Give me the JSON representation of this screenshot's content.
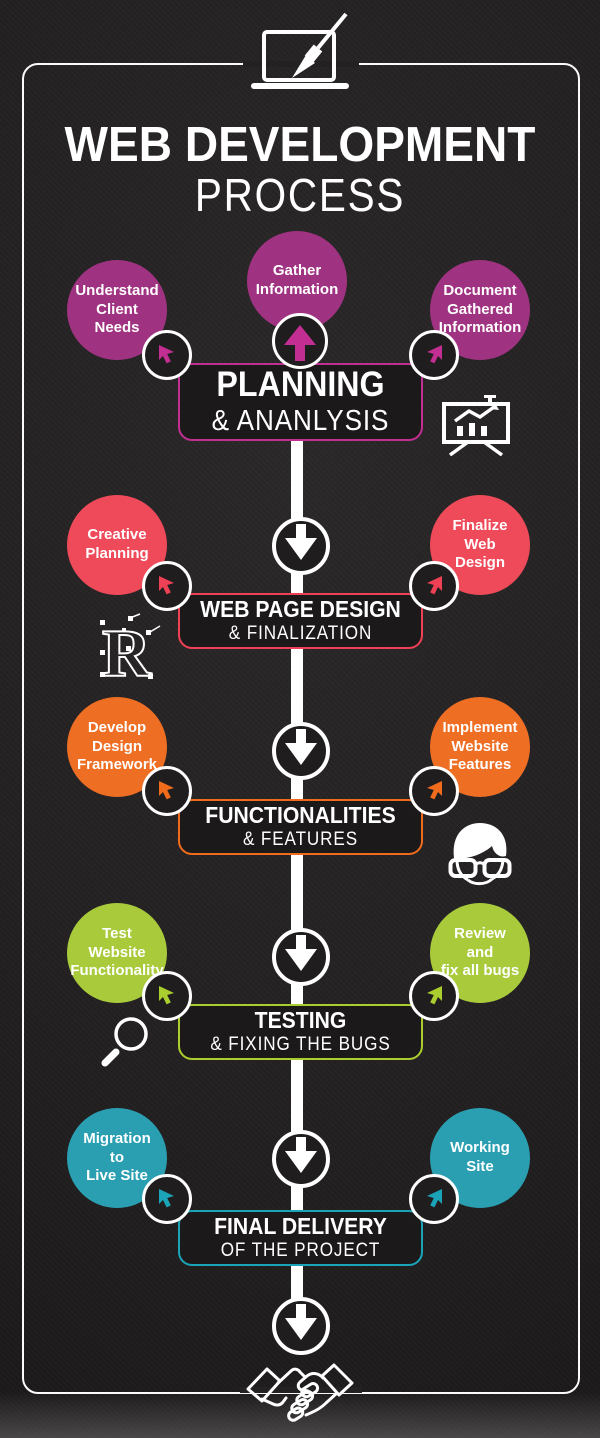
{
  "theme": {
    "background": "#242122",
    "frame_color": "#ffffff",
    "spine_color": "#ffffff",
    "banner_fill": "#1c191b"
  },
  "header": {
    "title_line1": "WEB DEVELOPMENT",
    "title_line2": "PROCESS",
    "top_icon": "laptop-paintbrush-icon"
  },
  "sections": [
    {
      "name": "planning",
      "accent": "#c22e92",
      "fill": "#a03381",
      "banner": {
        "line1": "PLANNING",
        "line2": "& ANANLYSIS"
      },
      "circles": {
        "left": "Understand\nClient\nNeeds",
        "top": "Gather\nInformation",
        "right": "Document\nGathered\nInformation"
      },
      "side_icon": "presentation-chart-icon"
    },
    {
      "name": "web-page-design",
      "accent": "#ef4156",
      "fill": "#ee4a59",
      "banner": {
        "line1": "WEB PAGE DESIGN",
        "line2": "& FINALIZATION"
      },
      "circles": {
        "left": "Creative\nPlanning",
        "right": "Finalize\nWeb\nDesign"
      },
      "side_icon": "vector-letter-r-icon"
    },
    {
      "name": "functionalities",
      "accent": "#f06c1c",
      "fill": "#ee6e24",
      "banner": {
        "line1": "FUNCTIONALITIES",
        "line2": "& FEATURES"
      },
      "circles": {
        "left": "Develop\nDesign\nFramework",
        "right": "Implement\nWebsite\nFeatures"
      },
      "side_icon": "developer-face-icon"
    },
    {
      "name": "testing",
      "accent": "#abce2f",
      "fill": "#a8ca3b",
      "banner": {
        "line1": "TESTING",
        "line2": "& FIXING THE BUGS"
      },
      "circles": {
        "left": "Test\nWebsite\nFunctionality",
        "right": "Review\nand\nfix all bugs"
      },
      "side_icon": "magnifier-icon"
    },
    {
      "name": "final-delivery",
      "accent": "#1ba4b8",
      "fill": "#2a9fb1",
      "banner": {
        "line1": "FINAL DELIVERY",
        "line2": "OF THE PROJECT"
      },
      "circles": {
        "left": "Migration\nto\nLive Site",
        "right": "Working\nSite"
      },
      "side_icon": "none"
    }
  ],
  "footer": {
    "icon": "handshake-icon"
  }
}
